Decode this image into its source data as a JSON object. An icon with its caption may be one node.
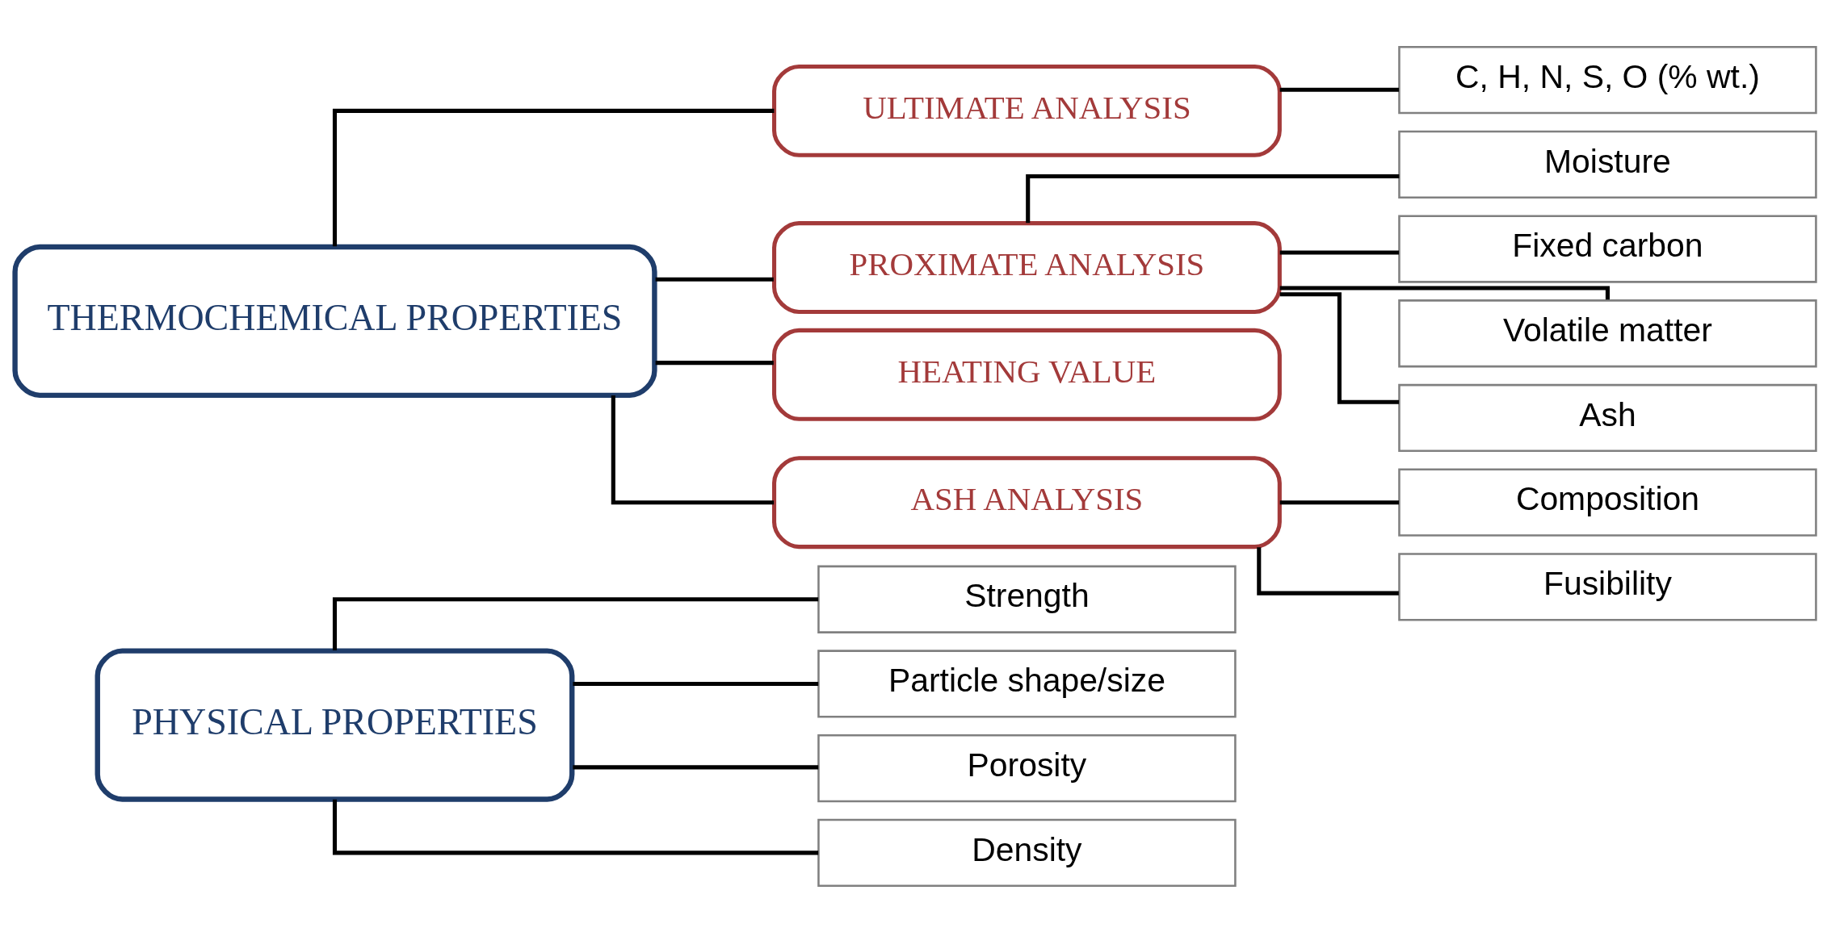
{
  "diagram": {
    "nodes": [
      {
        "text": [
          "PHYSICAL PROPERTIES"
        ]
      },
      {
        "text": [
          "Strength"
        ]
      },
      {
        "text": [
          "Particle shape/size"
        ]
      },
      {
        "text": [
          "Porosity"
        ]
      },
      {
        "text": [
          "Density"
        ]
      },
      {
        "text": [
          "THERMOCHEMICAL PROPERTIES"
        ]
      },
      {
        "text": [
          "ULTIMATE ANALYSIS"
        ]
      },
      {
        "text": [
          "C, H, N, S, O (% wt.)"
        ]
      },
      {
        "text": [
          "PROXIMATE ANALYSIS"
        ]
      },
      {
        "text": [
          "Moisture"
        ]
      },
      {
        "text": [
          "Fixed carbon"
        ]
      },
      {
        "text": [
          "Volatile matter"
        ]
      },
      {
        "text": [
          "Ash"
        ]
      },
      {
        "text": [
          "HEATING VALUE"
        ]
      },
      {
        "text": [
          "ASH ANALYSIS"
        ]
      },
      {
        "text": [
          "Composition"
        ]
      },
      {
        "text": [
          "Fusibility"
        ]
      }
    ],
    "edges": [
      {
        "from": 0,
        "to": 1,
        "arrow": "none"
      },
      {
        "from": 0,
        "to": 2,
        "arrow": "none"
      },
      {
        "from": 0,
        "to": 3,
        "arrow": "none"
      },
      {
        "from": 0,
        "to": 4,
        "arrow": "none"
      },
      {
        "from": 5,
        "to": 6,
        "arrow": "none"
      },
      {
        "from": 5,
        "to": 8,
        "arrow": "none"
      },
      {
        "from": 5,
        "to": 13,
        "arrow": "none"
      },
      {
        "from": 5,
        "to": 14,
        "arrow": "none"
      },
      {
        "from": 6,
        "to": 7,
        "arrow": "none"
      },
      {
        "from": 8,
        "to": 9,
        "arrow": "none"
      },
      {
        "from": 8,
        "to": 10,
        "arrow": "none"
      },
      {
        "from": 8,
        "to": 11,
        "arrow": "none"
      },
      {
        "from": 8,
        "to": 12,
        "arrow": "none"
      },
      {
        "from": 14,
        "to": 15,
        "arrow": "none"
      },
      {
        "from": 14,
        "to": 16,
        "arrow": "none"
      }
    ]
  }
}
